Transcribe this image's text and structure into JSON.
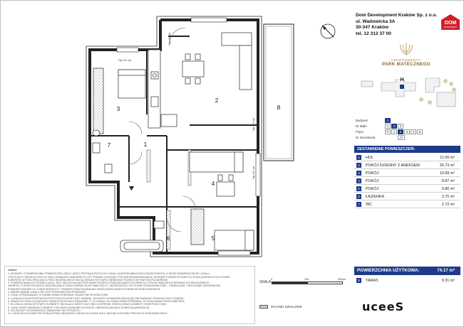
{
  "company": {
    "name": "Dom Development Kraków Sp. z o.o.",
    "street": "ul. Wadowicka 3A",
    "city": "30-347 Kraków",
    "phone": "tel. 12 312 37 00",
    "logo_text": "DOM",
    "logo_subtext": "DEVELOPMENT"
  },
  "project": {
    "line1": "APARTAMENTY",
    "line2": "PARK MATECZNEGO"
  },
  "keyplan": {
    "building_letter": "H"
  },
  "info": {
    "rows": [
      {
        "label": "Budynek",
        "cells": [
          "1"
        ],
        "active": 0
      },
      {
        "label": "Nr klatki",
        "cells": [
          "1",
          "2",
          "3"
        ],
        "active": 1
      },
      {
        "label": "Piętro",
        "cells": [
          "P",
          "1",
          "2",
          "3",
          "4",
          "5"
        ],
        "active": 2
      },
      {
        "label": "Nr mieszkania",
        "cells": [
          "27"
        ],
        "active": 0
      }
    ]
  },
  "zestawienie": {
    "header": "ZESTAWIENIE POMIESZCZEŃ:",
    "rooms": [
      {
        "num": "1",
        "name": "HOL",
        "area": "11.56 m²"
      },
      {
        "num": "2",
        "name": "POKÓJ DZIENNY Z ANEKSEM",
        "area": "26.73 m²"
      },
      {
        "num": "3",
        "name": "POKÓJ",
        "area": "10.68 m²"
      },
      {
        "num": "4",
        "name": "POKÓJ",
        "area": "8.87 m²"
      },
      {
        "num": "5",
        "name": "POKÓJ",
        "area": "9.86 m²"
      },
      {
        "num": "6",
        "name": "ŁAZIENKA",
        "area": "3.75 m²"
      },
      {
        "num": "7",
        "name": "WC",
        "area": "2.72 m²"
      }
    ],
    "total_label": "POWIERZCHNIA UŻYTKOWA:",
    "total_value": "74.17 m²",
    "taras": {
      "num": "8",
      "name": "TARAS",
      "area": "9.31 m²"
    }
  },
  "plan": {
    "room_numbers": [
      "1",
      "2",
      "3",
      "4",
      "5",
      "6",
      "7",
      "8"
    ],
    "height_labels": [
      "Hp=21 cm",
      "Hp=21 cm",
      "Hp=16 cm",
      "Hp=21 cm"
    ]
  },
  "notes": {
    "heading": "UWAGI:",
    "lines": [
      "1. WYMIARY I POWIERZCHNIE POMIESZCZEŃ ORAZ CZĘŚCI PRZYNALEŻNYCH DO LOKALU (OGRÓDKI/BALKONY/LOGGIE/TARASY), A TAKŻE ROZMIESZCZENIE LOKALU",
      "I PRZYŁĄCZY INSTALACYJNYCH ORAZ URZĄDZEŃ SANITARNYCH (TP. PODANO ZGODNIE Z PROJEKTEM BUDOWLANYM. WYMIARY PODANO W ŚWIETLE ŚCIAN (SUROWYCH) W STANIE",
      "SUROWYM. W TOKU REALIZACJI PRAC BUDOWLANYCH MOGĄ JEDNAK WYSTĄPIĆ NIEWIELKIE RÓŻNICE W POWYŻSZYM ZAKRESIE.",
      "2. POWIERZCHNIA UŻYTKOWA LOKALU JEST OBLICZONA NA PODSTAWIE PROJEKTU BUDOWLANEGO W OPARCIU O PN-ISO 9836:2015 W SPRAWIE SZCZEGÓŁOWEGO",
      "ZAKRESU I FORMY PROJEKTU BUDOWLANEGO ORAZ NORMĘ PN-ISO 9836:2022-07 „WŁAŚCIWOŚCI UŻYTKOWE W BUDOWNICTWIE – OKREŚLANIE I OBLICZANIE WSKAŹNIKÓW",
      "POWIERZCHNIOWYCH I KUBATUROWYCH”. POWIERZCHNIA PODANA NIE UWZGLĘDNIA ZMIAN W STANIE WYKOŃCZENIOWYM.",
      "3. UMEBLOWANIE LOKALU NIE JEST PRZEDMIOTEM SPRZEDAŻY.",
      "4. LOKAL SPRZEDAWANY W STANIE DEWELOPERSKIM, ŚCIANY NIE WYKOŃCZONE.",
      "5. LOKALIZACJA WYPUSTÓW ELEKTRYCZNYCH MOŻE ULEC ZMIANIE. DŁUGOŚCI WYMIARÓW MOGĄ NIE ODPOWIADAĆ STANOWI FAKTYCZNEMU.",
      "6. ZMIANY W LOKALU W MIEJSCU OZNACZONYM JAKO DZIAŁOWE, TJ. W LOKALU W STANIE DEWELOPERSKIM, DO WYKONANIA PRZEZ NABYWCĘ.",
      "7. W LOKALU MOGĄ WYSTĄPIĆ ELEMENTY INSTALACJI WENTYLACYJNEJ (CZERPNIE, KRATKI) ORAZ ELEMENTY KONSTRUKCYJNE.",
      "8. LOKAL MOŻE ZAWIERAĆ ELEMENTY NIE UWZGLĘDNIONE NA RZUCIE, UNIEMOŻLIWIAJĄCE DOWOLNĄ ARANŻACJĘ.",
      "9. SZCZEGÓŁY W ELEMENTACH ZABUDOWY WG PROJEKTU.",
      "10. LOKALIZACJA PUNKTÓW PODŁĄCZENIA URZĄDZEŃ I INSTALACJI MOŻE ULEC ZMIANIE W WYNIKU PROJEKTU WYKONAWCZEGO."
    ]
  },
  "scale": {
    "label": "SKALA:",
    "ticks": [
      "0",
      "100",
      "200cm"
    ]
  },
  "legend": {
    "label": "ŚCIANKI DZIAŁOWE"
  },
  "brand": "uceeS"
}
